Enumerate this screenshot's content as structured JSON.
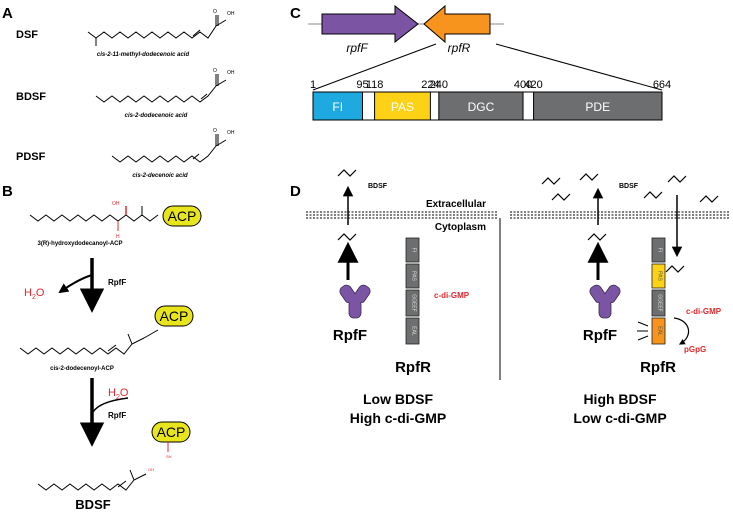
{
  "panels": {
    "A": {
      "label": "A",
      "molecules": [
        {
          "abbr": "DSF",
          "name": "cis-2-11-methyl-dodecenoic acid"
        },
        {
          "abbr": "BDSF",
          "name": "cis-2-dodecenoic acid"
        },
        {
          "abbr": "PDSF",
          "name": "cis-2-decenoic acid"
        }
      ],
      "oh": "OH",
      "o": "O"
    },
    "B": {
      "label": "B",
      "acp": "ACP",
      "intermediate1": "3(R)-hydroxydodecanoyl-ACP",
      "enzyme": "RpfF",
      "water": "H",
      "water_sub": "2",
      "water_end": "O",
      "intermediate2": "cis-2-dodecenoyl-ACP",
      "sh": "SH",
      "product": "BDSF",
      "oh_red": "OH",
      "h": "H"
    },
    "C": {
      "label": "C",
      "genes": [
        "rpfF",
        "rpfR"
      ],
      "ticks": [
        "1",
        "95",
        "118",
        "224",
        "240",
        "400",
        "420",
        "664"
      ],
      "domains": [
        {
          "name": "FI",
          "start": 1,
          "end": 95,
          "color": "#1fa9e1"
        },
        {
          "name": "PAS",
          "start": 118,
          "end": 224,
          "color": "#fcd116"
        },
        {
          "name": "DGC",
          "start": 240,
          "end": 400,
          "color": "#6d6e70"
        },
        {
          "name": "PDE",
          "start": 420,
          "end": 664,
          "color": "#6d6e70"
        }
      ],
      "length": 664
    },
    "D": {
      "label": "D",
      "bdsf": "BDSF",
      "extracellular": "Extracellular",
      "cytoplasm": "Cytoplasm",
      "rpff": "RpfF",
      "rpfr": "RpfR",
      "domains": [
        "FI",
        "PAS",
        "GGEEF",
        "EAL"
      ],
      "cdigmp": "c-di-GMP",
      "pgpg": "pGpG",
      "left_caption": [
        "Low BDSF",
        "High c-di-GMP"
      ],
      "right_caption": [
        "High BDSF",
        "Low c-di-GMP"
      ]
    }
  },
  "colors": {
    "purple": "#7b55a3",
    "orange": "#f7941d",
    "yellow": "#e8e51c",
    "red": "#e0282c",
    "gray": "#6d6e70"
  }
}
